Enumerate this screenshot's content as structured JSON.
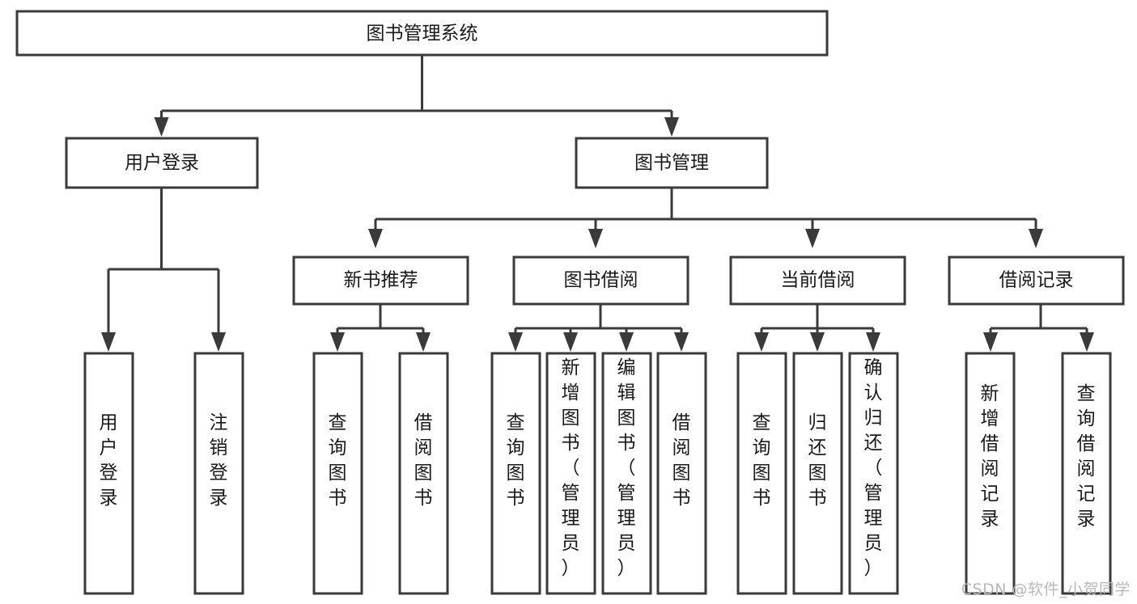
{
  "diagram": {
    "type": "tree",
    "title": "图书管理系统",
    "watermark": "CSDN @软件_小贺同学",
    "colors": {
      "stroke": "#3a3a3a",
      "fill": "#ffffff",
      "text": "#1a1a1a",
      "watermark": "#b9b9b9",
      "background": "#ffffff"
    },
    "nodes": {
      "root": {
        "label": "图书管理系统",
        "level": 1
      },
      "l2": [
        {
          "id": "user-login",
          "label": "用户登录",
          "level": 2
        },
        {
          "id": "book-manage",
          "label": "图书管理",
          "level": 2
        }
      ],
      "l3": [
        {
          "id": "new-book-recommend",
          "label": "新书推荐",
          "level": 3,
          "parent": "book-manage"
        },
        {
          "id": "book-borrow",
          "label": "图书借阅",
          "level": 3,
          "parent": "book-manage"
        },
        {
          "id": "current-borrow",
          "label": "当前借阅",
          "level": 3,
          "parent": "book-manage"
        },
        {
          "id": "borrow-record",
          "label": "借阅记录",
          "level": 3,
          "parent": "book-manage"
        }
      ],
      "leaves": [
        {
          "id": "leaf-user-login",
          "label": "用户登录",
          "parent": "user-login"
        },
        {
          "id": "leaf-user-logout",
          "label": "注销登录",
          "parent": "user-login"
        },
        {
          "id": "leaf-query-book-1",
          "label": "查询图书",
          "parent": "new-book-recommend"
        },
        {
          "id": "leaf-borrow-book-1",
          "label": "借阅图书",
          "parent": "new-book-recommend"
        },
        {
          "id": "leaf-query-book-2",
          "label": "查询图书",
          "parent": "book-borrow"
        },
        {
          "id": "leaf-add-book",
          "label": "新增图书（管理员）",
          "parent": "book-borrow"
        },
        {
          "id": "leaf-edit-book",
          "label": "编辑图书（管理员）",
          "parent": "book-borrow"
        },
        {
          "id": "leaf-borrow-book-2",
          "label": "借阅图书",
          "parent": "book-borrow"
        },
        {
          "id": "leaf-query-book-3",
          "label": "查询图书",
          "parent": "current-borrow"
        },
        {
          "id": "leaf-return-book",
          "label": "归还图书",
          "parent": "current-borrow"
        },
        {
          "id": "leaf-confirm-return",
          "label": "确认归还（管理员）",
          "parent": "current-borrow"
        },
        {
          "id": "leaf-add-record",
          "label": "新增借阅记录",
          "parent": "borrow-record"
        },
        {
          "id": "leaf-query-record",
          "label": "查询借阅记录",
          "parent": "borrow-record"
        }
      ]
    }
  }
}
